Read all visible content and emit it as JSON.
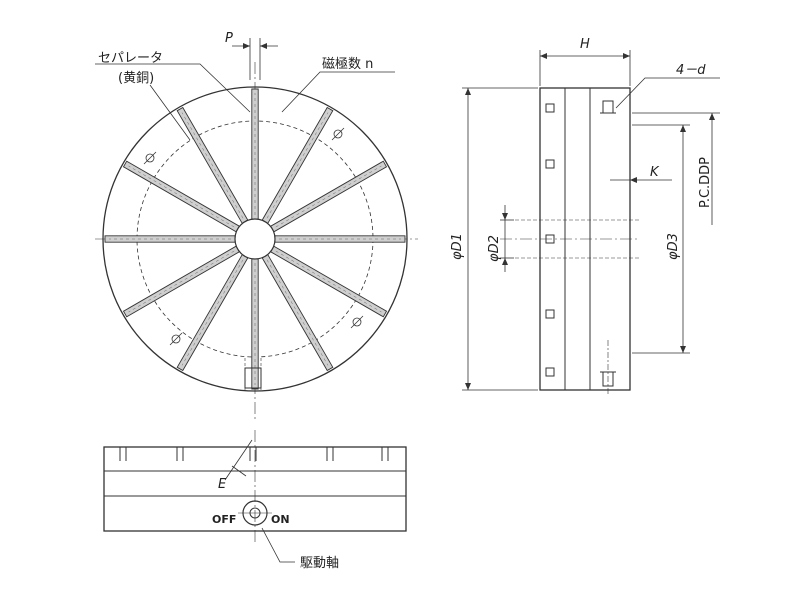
{
  "labels": {
    "separator": "セパレータ",
    "brass": "(黄銅)",
    "pole_count": "磁極数 n",
    "drive_shaft": "駆動軸",
    "off": "OFF",
    "on": "ON"
  },
  "dims": {
    "P": "P",
    "H": "H",
    "d": "4－d",
    "K": "K",
    "E": "E",
    "pcd": "P.C.DDP",
    "D1": "φD1",
    "D2": "φD2",
    "D3": "φD3"
  }
}
